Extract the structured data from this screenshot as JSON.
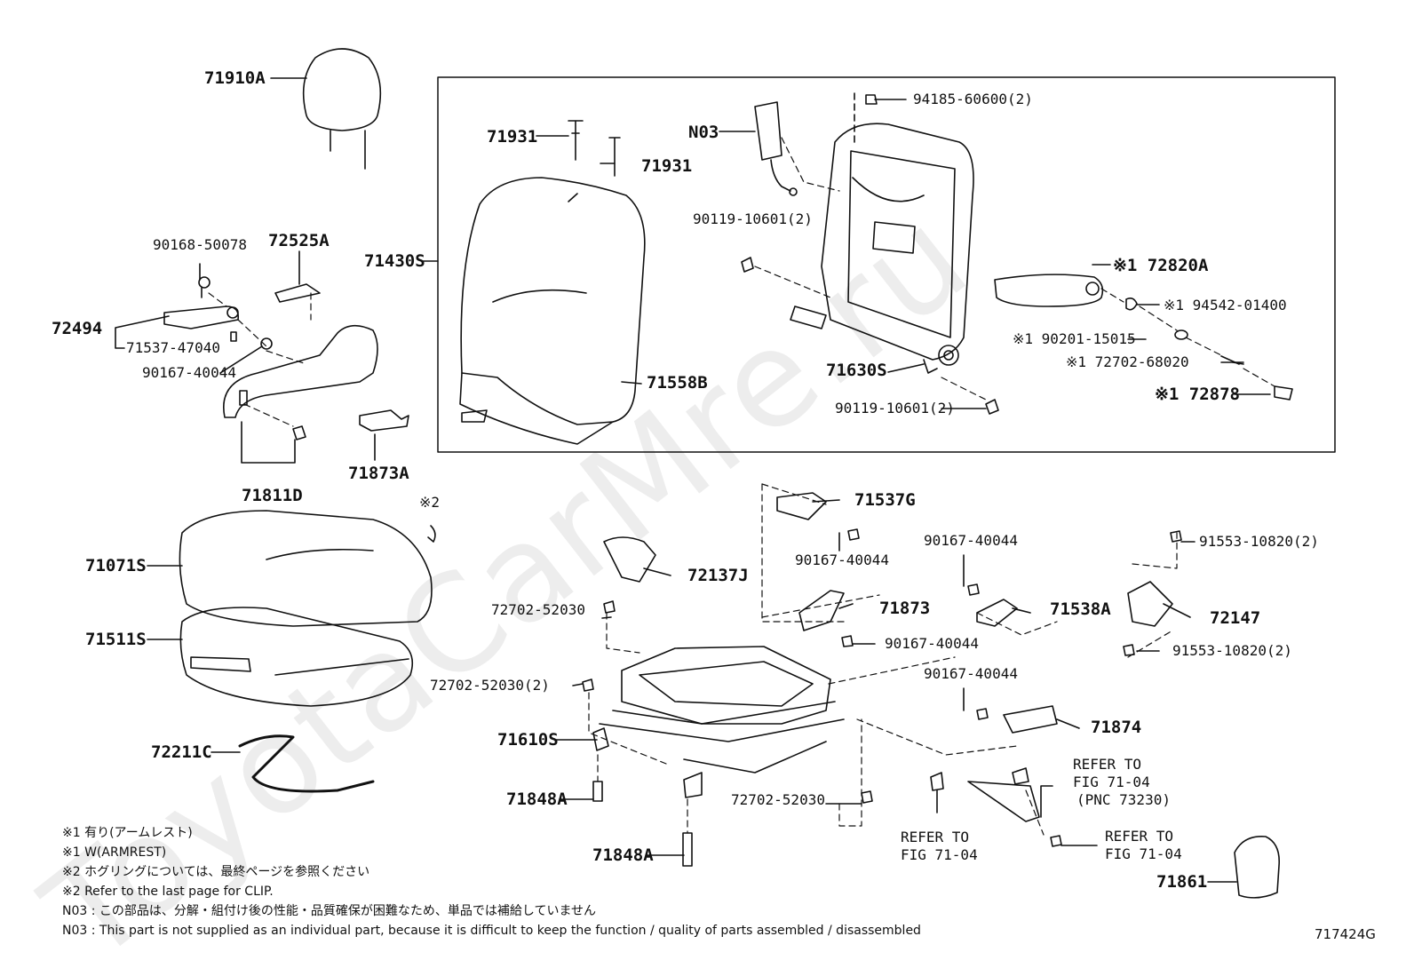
{
  "watermark": "ToyotaCarMre.ru",
  "diagram_code": "717424G",
  "parts": {
    "p71910A": "71910A",
    "p71931a": "71931",
    "p71931b": "71931",
    "pN03": "N03",
    "p94185": "94185-60600(2)",
    "p90119a": "90119-10601(2)",
    "p71430S": "71430S",
    "p72820A": "※1 72820A",
    "p94542": "※1 94542-01400",
    "p90201": "※1 90201-15015",
    "p72702_68020": "※1 72702-68020",
    "p72878": "※1 72878",
    "p71558B": "71558B",
    "p71630S": "71630S",
    "p90119b": "90119-10601(2)",
    "p90168": "90168-50078",
    "p72525A": "72525A",
    "p72494": "72494",
    "p71537_47040": "71537-47040",
    "p90167a": "90167-40044",
    "p71811D": "71811D",
    "p71873A": "71873A",
    "pNote2": "※2",
    "p71071S": "71071S",
    "p71511S": "71511S",
    "p72211C": "72211C",
    "p71537G": "71537G",
    "p90167b": "90167-40044",
    "p72137J": "72137J",
    "p72702_52030a": "72702-52030",
    "p72702_52030b": "72702-52030(2)",
    "p71873": "71873",
    "p90167c": "90167-40044",
    "p90167d": "90167-40044",
    "p71538A": "71538A",
    "p91553a": "91553-10820(2)",
    "p72147": "72147",
    "p91553b": "91553-10820(2)",
    "p90167e": "90167-40044",
    "p71874": "71874",
    "p71610S": "71610S",
    "p71848Aa": "71848A",
    "p71848Ab": "71848A",
    "p72702_52030c": "72702-52030",
    "pRefer1_l1": "REFER TO",
    "pRefer1_l2": "FIG 71-04",
    "pRefer1_l3": "(PNC 73230)",
    "pRefer2_l1": "REFER TO",
    "pRefer2_l2": "FIG 71-04",
    "pRefer3_l1": "REFER TO",
    "pRefer3_l2": "FIG 71-04",
    "p71861": "71861"
  },
  "notes": [
    "※1 有り(アームレスト)",
    "※1 W(ARMREST)",
    "※2 ホグリングについては、最終ページを参照ください",
    "※2 Refer to the last page for CLIP.",
    "N03 : この部品は、分解・組付け後の性能・品質確保が困難なため、単品では補給していません",
    "N03 : This part is not supplied as an individual part, because it is difficult to keep the function / quality of parts assembled / disassembled"
  ]
}
